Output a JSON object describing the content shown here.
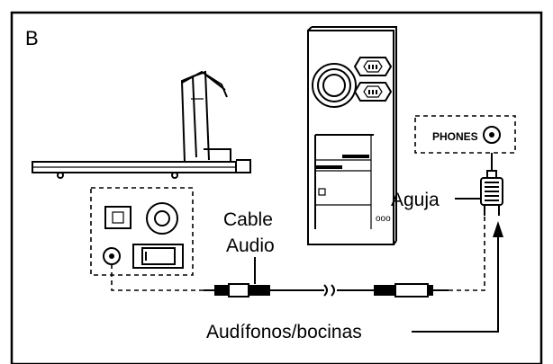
{
  "panel_letter": "B",
  "labels": {
    "phones_jack": "PHONES",
    "cable_line1": "Cable",
    "cable_line2": "Audio",
    "plug": "Aguja",
    "adapter": "Audífonos/bocinas",
    "computer_mark": "ooo"
  }
}
